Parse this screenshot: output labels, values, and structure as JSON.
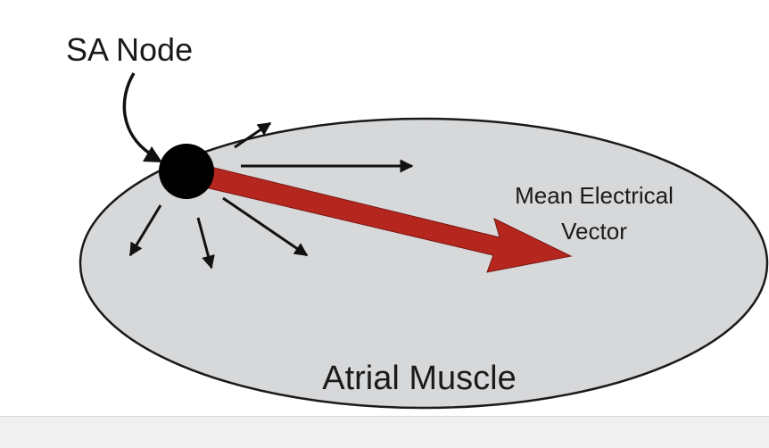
{
  "diagram": {
    "labels": {
      "sa_node": "SA Node",
      "mean_vector_line1": "Mean Electrical",
      "mean_vector_line2": "Vector",
      "atrial_muscle": "Atrial Muscle"
    },
    "colors": {
      "muscle_fill": "#d7d8da",
      "outline": "#1a1a1a",
      "node": "#000000",
      "mean_vector": "#b5261e",
      "small_arrows": "#111111",
      "text": "#1a1a1a",
      "bottom_strip": "#f0f0f0"
    }
  }
}
